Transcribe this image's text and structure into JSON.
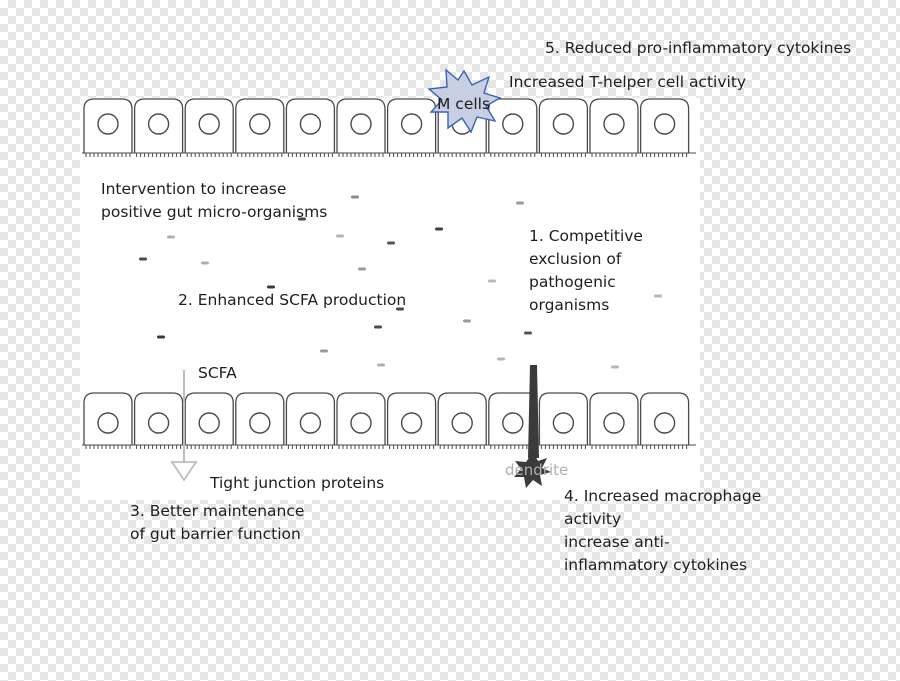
{
  "labels": {
    "reduced_cytokines": "5. Reduced pro-inflammatory cytokines",
    "t_helper": "Increased T-helper cell activity",
    "m_cells": "M cells",
    "intervention": [
      "Intervention to increase",
      "positive gut micro-organisms"
    ],
    "competitive": [
      "1. Competitive",
      "exclusion of",
      "pathogenic",
      "organisms"
    ],
    "scfa_production": "2. Enhanced SCFA production",
    "scfa": "SCFA",
    "tight_junction": "Tight junction proteins",
    "dendrite": "dendrite",
    "barrier": [
      "3. Better maintenance",
      "of gut barrier function"
    ],
    "macrophage": [
      "4. Increased macrophage",
      "activity",
      "increase anti-",
      "inflammatory cytokines"
    ]
  },
  "colors": {
    "cell_stroke": "#4a4a4a",
    "m_cell_fill": "#c9cfe3",
    "m_cell_stroke": "#3a62b8",
    "dendrite_fill": "#3b3b3b",
    "dendrite_text": "#b0b0b0",
    "arrow": "#bdbdbd"
  },
  "icons": {
    "m_cell": "starburst-icon",
    "dendritic_cell": "dendritic-cell-icon",
    "scfa_arrow": "down-arrow-icon"
  }
}
